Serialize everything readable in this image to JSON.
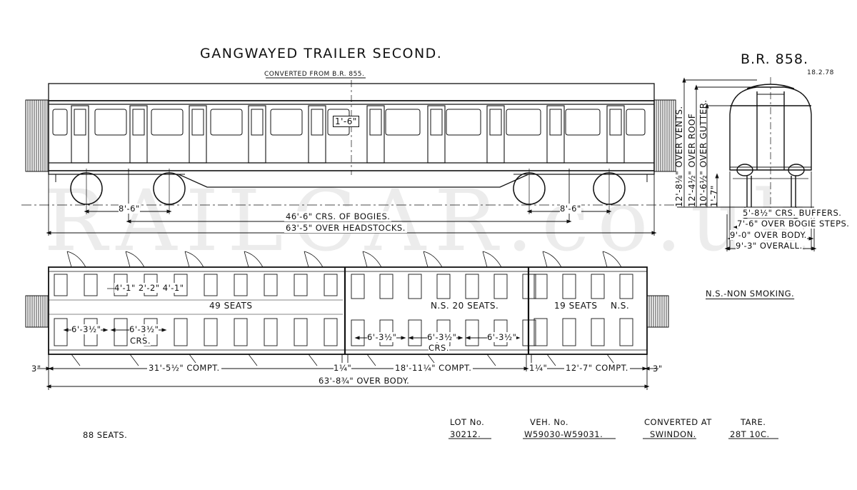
{
  "title": "GANGWAYED TRAILER SECOND.",
  "subtitle": "CONVERTED FROM B.R. 855.",
  "diagram_no": "B.R. 858.",
  "date": "18.2.78",
  "watermark": "RAILCAR.co.uk",
  "side_dims": {
    "window_height": "1'-6\"",
    "wheelbase_left": "8'-6\"",
    "wheelbase_right": "8'-6\"",
    "bogie_centres": "46'-6\" CRS. OF BOGIES.",
    "headstocks": "63'-5\" OVER HEADSTOCKS."
  },
  "end_dims": {
    "over_vents": "12'-8⅛\" OVER VENTS.",
    "over_roof": "12'-4½\" OVER ROOF",
    "over_gutter": "10'-6½\" OVER GUTTER.",
    "floor": "1'-7\"",
    "buffers": "5'-8½\" CRS. BUFFERS.",
    "bogie_steps": "7'-6\" OVER BOGIE STEPS.",
    "over_body": "9'-0\" OVER BODY.",
    "overall": "9'-3\" OVERALL."
  },
  "plan": {
    "seats_49": "49 SEATS",
    "ns_20": "N.S. 20 SEATS.",
    "seats_19": "19 SEATS",
    "ns": "N.S.",
    "compartment_widths": "4'-1\" 2'-2\" 4'-1\"",
    "crs_left_a": "6'-3½\"",
    "crs_left_b": "6'-3½\"",
    "crs_left_lbl": "CRS.",
    "crs_mid_a": "6'-3½\"",
    "crs_mid_b": "6'-3½\"",
    "crs_mid_lbl": "CRS.",
    "crs_right": "6'-3½\"",
    "end_left": "3\"",
    "end_right": "3\"",
    "compt_1": "31'-5½\" COMPT.",
    "partition_1": "1¼\"",
    "compt_2": "18'-11¼\" COMPT.",
    "partition_2": "1¼\"",
    "compt_3": "12'-7\" COMPT.",
    "over_body": "63'-8¾\" OVER BODY."
  },
  "legend": "N.S.-NON SMOKING.",
  "seats_total": "88 SEATS.",
  "footer": {
    "lot_label": "LOT No.",
    "lot_value": "30212.",
    "veh_label": "VEH. No.",
    "veh_value": "W59030-W59031.",
    "conv_label": "CONVERTED AT",
    "conv_value": "SWINDON.",
    "tare_label": "TARE.",
    "tare_value": "28T 10C."
  }
}
